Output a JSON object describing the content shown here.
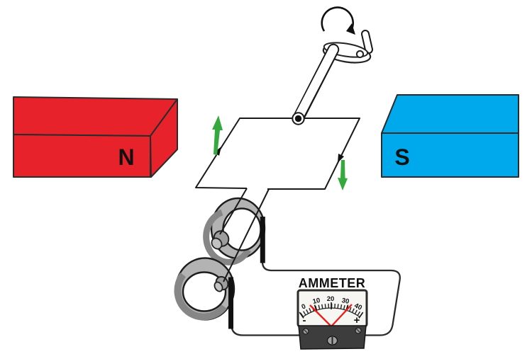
{
  "diagram": {
    "description": "Electromagnetic induction demonstration: hand-cranked wire loop rotating between magnet poles, connected through slip rings and brushes to an ammeter",
    "magnets": {
      "north": "N",
      "south": "S"
    },
    "ammeter": {
      "label": "AMMETER",
      "scale": [
        "0",
        "10",
        "20",
        "30",
        "40"
      ],
      "minus": "-",
      "plus": "+"
    },
    "colors": {
      "north_magnet": "#e8222b",
      "south_magnet": "#00a8ec",
      "motion_arrow_green": "#35a93d",
      "needle_red": "#ee1c19",
      "ring_gray": "#b3b3b3",
      "ring_shadow_gray": "#868686",
      "outline": "#1c1c1c"
    },
    "icons": {
      "rotation_arrow": "clockwise-circular-arrow",
      "current_arrows": "black-arrowheads-on-loop-edges",
      "motion_arrows": "green-up-and-down-block-arrows"
    }
  }
}
